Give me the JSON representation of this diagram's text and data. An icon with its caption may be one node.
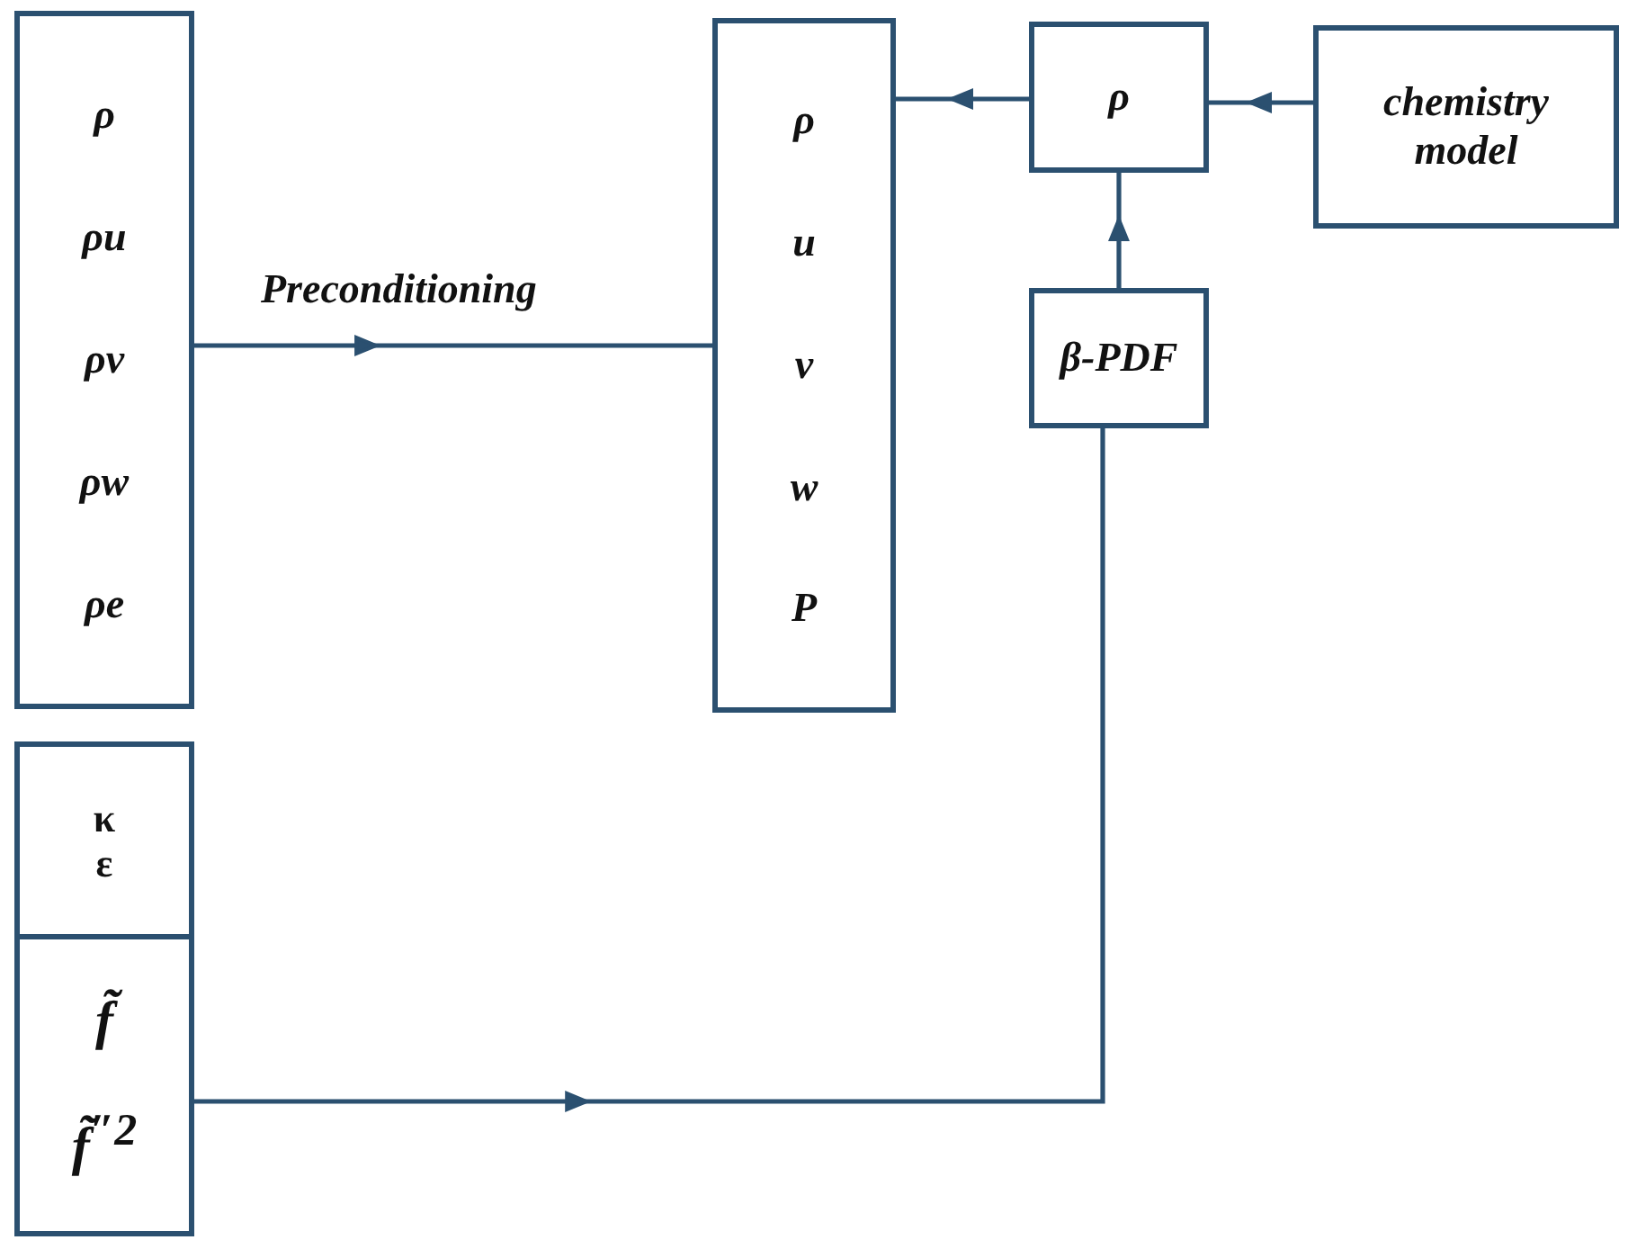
{
  "diagram": {
    "nodes": [
      {
        "text": [
          "ρ",
          "ρu",
          "ρv",
          "ρw",
          "ρe"
        ]
      },
      {
        "text": [
          "ρ",
          "u",
          "v",
          "w",
          "P"
        ]
      },
      {
        "text": [
          "ρ"
        ]
      },
      {
        "text": [
          "chemistry model"
        ]
      },
      {
        "text": [
          "β-PDF"
        ]
      },
      {
        "text": [
          "κ",
          "ε"
        ]
      },
      {
        "text": [
          "f̃",
          "f̃$^{″2}$"
        ]
      }
    ],
    "edges": [
      {
        "from": 0,
        "to": 1,
        "arrow": "to",
        "label": "Preconditioning"
      },
      {
        "from": 3,
        "to": 2,
        "arrow": "to"
      },
      {
        "from": 2,
        "to": 1,
        "arrow": "to"
      },
      {
        "from": 4,
        "to": 2,
        "arrow": "to"
      },
      {
        "from": 6,
        "to": 4,
        "arrow": "to"
      }
    ]
  }
}
